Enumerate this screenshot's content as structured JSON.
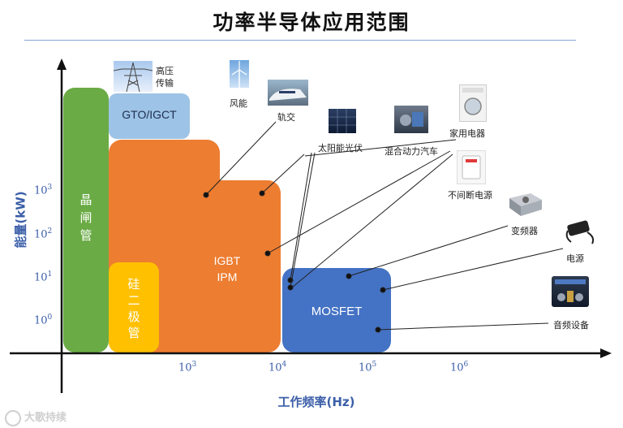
{
  "title": "功率半导体应用范围",
  "axes": {
    "y_title": "能量(kW)",
    "x_title": "工作频率(Hz)",
    "y_ticks": [
      {
        "base": "10",
        "exp": "3"
      },
      {
        "base": "10",
        "exp": "2"
      },
      {
        "base": "10",
        "exp": "1"
      },
      {
        "base": "10",
        "exp": "0"
      }
    ],
    "x_ticks": [
      {
        "base": "10",
        "exp": "3"
      },
      {
        "base": "10",
        "exp": "4"
      },
      {
        "base": "10",
        "exp": "5"
      },
      {
        "base": "10",
        "exp": "6"
      }
    ]
  },
  "regions": {
    "thyristor": {
      "label_chars": [
        "晶",
        "闸",
        "管"
      ],
      "color": "#6aab45"
    },
    "gto": {
      "label": "GTO/IGCT",
      "color": "#9dc3e6"
    },
    "igbt": {
      "label_lines": [
        "IGBT",
        "IPM"
      ],
      "color": "#ed7d31"
    },
    "diode": {
      "label_chars": [
        "硅",
        "二",
        "极",
        "管"
      ],
      "color": "#ffc000"
    },
    "mosfet": {
      "label": "MOSFET",
      "color": "#4472c4"
    }
  },
  "applications": {
    "hv_transmission": {
      "lines": [
        "高压",
        "传输"
      ],
      "icon": "transmission-tower-icon"
    },
    "wind": {
      "label": "风能",
      "icon": "wind-turbine-icon"
    },
    "rail": {
      "label": "轨交",
      "icon": "train-icon"
    },
    "solar": {
      "label": "太阳能光伏",
      "icon": "solar-panel-icon"
    },
    "hybrid": {
      "label": "混合动力汽车",
      "icon": "engine-icon"
    },
    "appliance": {
      "label": "家用电器",
      "icon": "washing-machine-icon"
    },
    "ups": {
      "label": "不间断电源",
      "icon": "ups-icon"
    },
    "inverter": {
      "label": "变频器",
      "icon": "inverter-icon"
    },
    "power_supply": {
      "label": "电源",
      "icon": "power-adapter-icon"
    },
    "audio": {
      "label": "音频设备",
      "icon": "audio-board-icon"
    }
  },
  "watermark": "大歌持续"
}
